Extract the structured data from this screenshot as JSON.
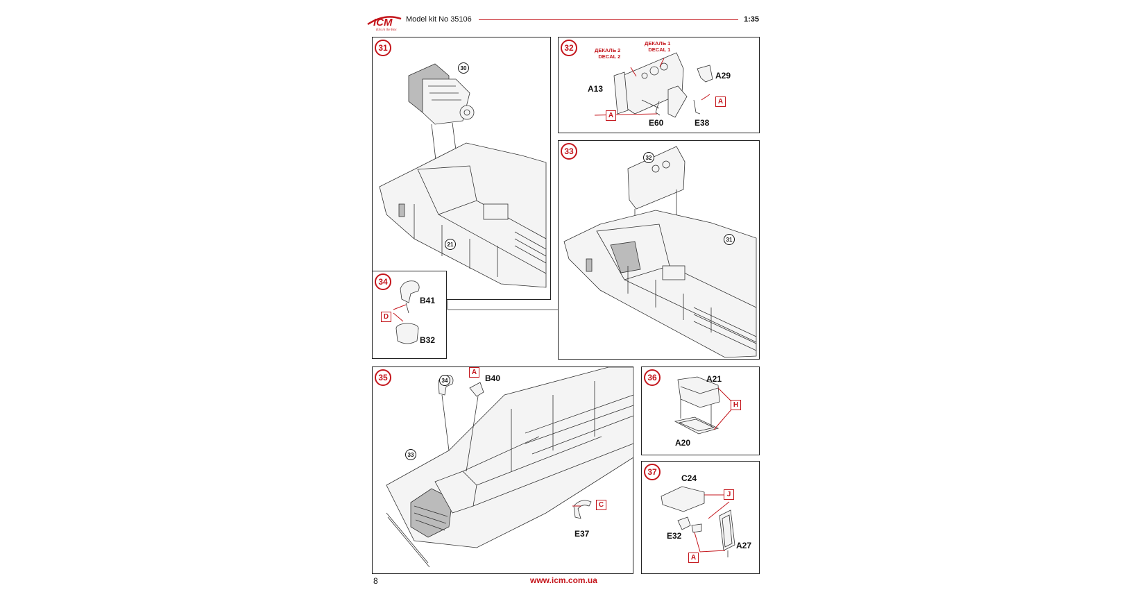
{
  "header": {
    "brand": "ICM",
    "tagline": "Kits in the Box",
    "model_kit": "Model kit No 35106",
    "scale": "1:35"
  },
  "steps": {
    "s31": {
      "number": "31",
      "refs": [
        "30",
        "21"
      ]
    },
    "s32": {
      "number": "32",
      "decal2": "ДЕКАЛЬ 2\nDECAL 2",
      "decal1": "ДЕКАЛЬ 1\nDECAL 1",
      "parts": [
        "A13",
        "A29",
        "E60",
        "E38"
      ],
      "tags": [
        "A",
        "A"
      ]
    },
    "s33": {
      "number": "33",
      "refs": [
        "32",
        "31"
      ]
    },
    "s34": {
      "number": "34",
      "parts": [
        "B41",
        "B32"
      ],
      "tags": [
        "D"
      ]
    },
    "s35": {
      "number": "35",
      "refs": [
        "34",
        "33"
      ],
      "parts": [
        "B40",
        "E37"
      ],
      "tags": [
        "A",
        "C"
      ]
    },
    "s36": {
      "number": "36",
      "parts": [
        "A21",
        "A20"
      ],
      "tags": [
        "H"
      ]
    },
    "s37": {
      "number": "37",
      "parts": [
        "C24",
        "E32",
        "A27"
      ],
      "tags": [
        "J",
        "A"
      ]
    }
  },
  "footer": {
    "page_number": "8",
    "website": "www.icm.com.ua"
  },
  "colors": {
    "accent": "#c4161c",
    "line": "#222222"
  }
}
